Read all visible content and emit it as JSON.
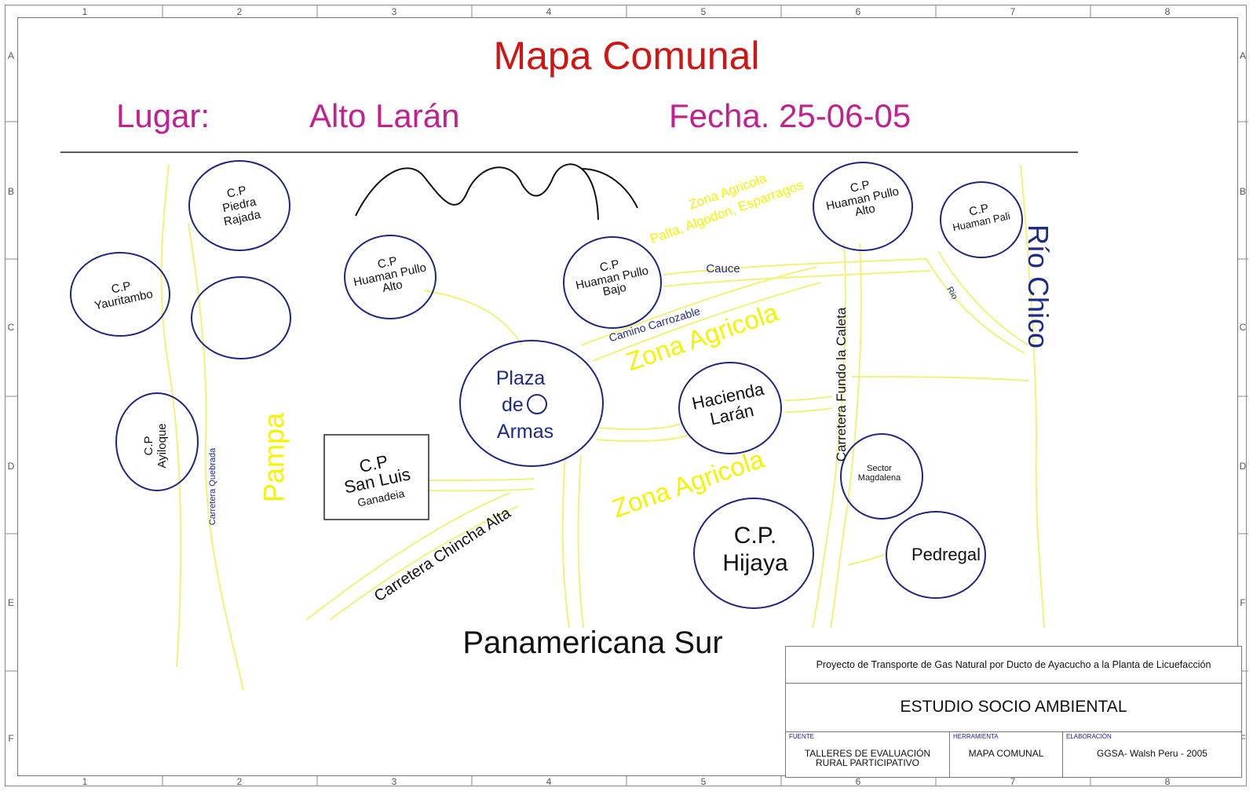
{
  "map": {
    "title": "Mapa Comunal",
    "lugar_label": "Lugar:",
    "lugar_value": "Alto Larán",
    "fecha": "Fecha. 25-06-05"
  },
  "grid": {
    "columns": [
      "1",
      "2",
      "3",
      "4",
      "5",
      "6",
      "7",
      "8"
    ],
    "rows": [
      "A",
      "B",
      "C",
      "D",
      "E",
      "F"
    ],
    "rows_right": [
      "A",
      "B",
      "C",
      "D",
      "F",
      "F"
    ]
  },
  "places": {
    "piedra_rajada": [
      "C.P",
      "Piedra",
      "Rajada"
    ],
    "yauritambo": [
      "C.P",
      "Yauritambo"
    ],
    "ayiloque": [
      "C.P",
      "Ayiloque"
    ],
    "huaman_pullo_alto_left": [
      "C.P",
      "Huaman Pullo",
      "Alto"
    ],
    "huaman_pullo_bajo": [
      "C.P",
      "Huaman Pullo",
      "Bajo"
    ],
    "huaman_pullo_alto_right": [
      "C.P",
      "Huaman Pullo",
      "Alto"
    ],
    "huaman_pali": [
      "C.P",
      "Huaman Pali"
    ],
    "plaza_de_armas": [
      "Plaza",
      "de",
      "Armas"
    ],
    "hacienda_laran": [
      "Hacienda",
      "Larán"
    ],
    "san_luis": [
      "C.P",
      "San Luis",
      "Ganadeia"
    ],
    "sector_magdalena": [
      "Sector",
      "Magdalena"
    ],
    "hijaya": [
      "C.P.",
      "Hijaya"
    ],
    "pedregal": [
      "Pedregal"
    ]
  },
  "labels": {
    "zona_agricola_top": [
      "Zona Agricola",
      "Palta, Algodon, Esparragos"
    ],
    "zona_agricola": "Zona Agricola",
    "pampa": "Pampa",
    "rio_chico": "Río Chico",
    "rio": "Rio",
    "cauce": "Cauce",
    "camino_carrozable": "Camino Carrozable",
    "carretera_quebrada": "Carretera Quebrada",
    "carretera_fundo": "Carretera Fundo la Caleta",
    "carretera_chincha": "Carretera Chincha Alta",
    "panamericana": "Panamericana Sur"
  },
  "title_block": {
    "project": "Proyecto de Transporte de Gas Natural por Ducto de Ayacucho a la Planta de Licuefacción",
    "study": "ESTUDIO SOCIO AMBIENTAL",
    "fuente_caption": "FUENTE",
    "fuente_value": [
      "TALLERES DE EVALUACIÓN",
      "RURAL PARTICIPATIVO"
    ],
    "herramienta_caption": "HERRAMIENTA",
    "herramienta_value": "MAPA COMUNAL",
    "elaboracion_caption": "ELABORACIÓN",
    "elaboracion_value": "GGSA- Walsh Peru - 2005"
  },
  "colors": {
    "title": "#d01515",
    "header": "#c2208f",
    "place_text": "#111111",
    "plaza_text": "#1e2a8a",
    "circle": "#1d2680",
    "road": "#f2f27a",
    "zona": "#f4f400",
    "river": "#1e2a8a"
  }
}
